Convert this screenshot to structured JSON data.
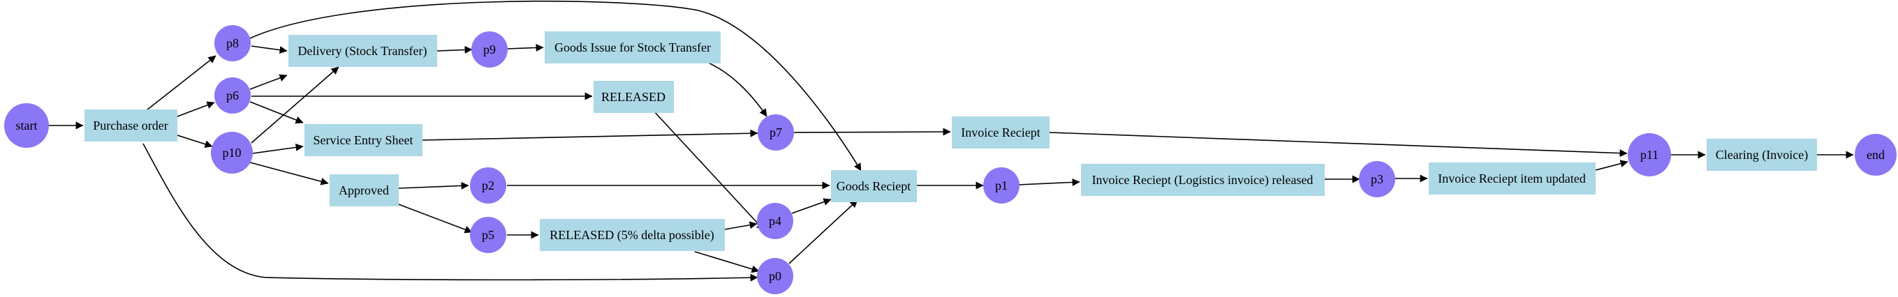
{
  "colors": {
    "place_fill": "#8a77f5",
    "transition_fill": "#add8e6",
    "edge": "#000000",
    "background": "#ffffff"
  },
  "places": {
    "start": "start",
    "p8": "p8",
    "p6": "p6",
    "p10": "p10",
    "p9": "p9",
    "p7": "p7",
    "p2": "p2",
    "p5": "p5",
    "p4": "p4",
    "p0": "p0",
    "p1": "p1",
    "p3": "p3",
    "p11": "p11",
    "end": "end"
  },
  "transitions": {
    "purchase_order": "Purchase order",
    "delivery": "Delivery (Stock Transfer)",
    "goods_issue": "Goods Issue for Stock Transfer",
    "released": "RELEASED",
    "service_entry": "Service Entry Sheet",
    "approved": "Approved",
    "released_delta": "RELEASED (5% delta possible)",
    "goods_receipt": "Goods Reciept",
    "invoice_receipt": "Invoice Reciept",
    "invoice_logistics": "Invoice Reciept (Logistics invoice) released",
    "invoice_item_updated": "Invoice Reciept item updated",
    "clearing": "Clearing (Invoice)"
  }
}
